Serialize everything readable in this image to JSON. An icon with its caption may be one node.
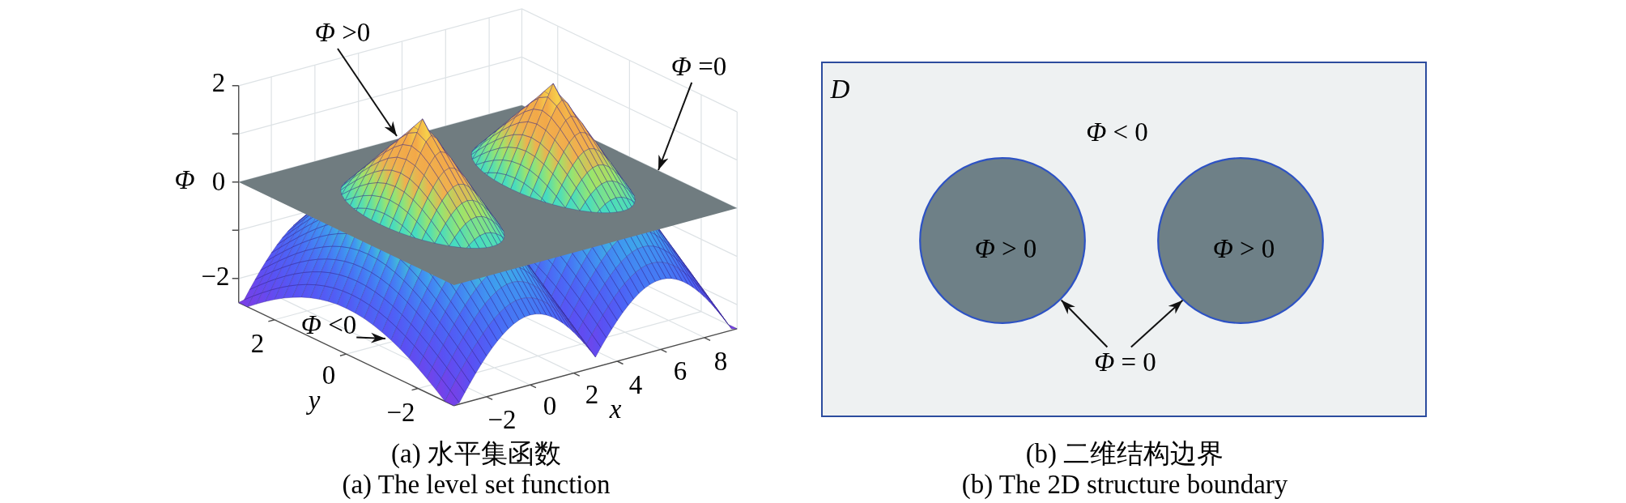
{
  "diagram": {
    "nodes": [
      {
        "text": [
          "*Φ* >0"
        ]
      },
      {
        "text": [
          "*Φ* =0"
        ]
      },
      {
        "text": [
          "*Φ* <0"
        ]
      },
      {
        "text": [
          "D",
          "*Φ* < 0"
        ]
      },
      {
        "text": [
          "*Φ* > 0"
        ],
        "in": 3
      },
      {
        "text": [
          "*Φ* > 0"
        ],
        "in": 3
      },
      {
        "text": [
          "*Φ* = 0"
        ],
        "in": 3
      }
    ],
    "edges": [
      {
        "from": 0,
        "to": null,
        "arrow": "to"
      },
      {
        "from": 1,
        "to": null,
        "arrow": "to"
      },
      {
        "from": 2,
        "to": null,
        "arrow": "to"
      },
      {
        "from": 6,
        "to": 4,
        "arrow": "to"
      },
      {
        "from": 6,
        "to": 5,
        "arrow": "to"
      }
    ],
    "labels": [
      "2",
      "Φ",
      "0",
      "−2",
      "2",
      "0",
      "−2",
      "y",
      "−2",
      "0",
      "2",
      "4",
      "6",
      "8",
      "x",
      "(a) 水平集函数",
      "(a) The level set function",
      "(b) 二维结构边界",
      "(b) The 2D structure boundary"
    ]
  }
}
